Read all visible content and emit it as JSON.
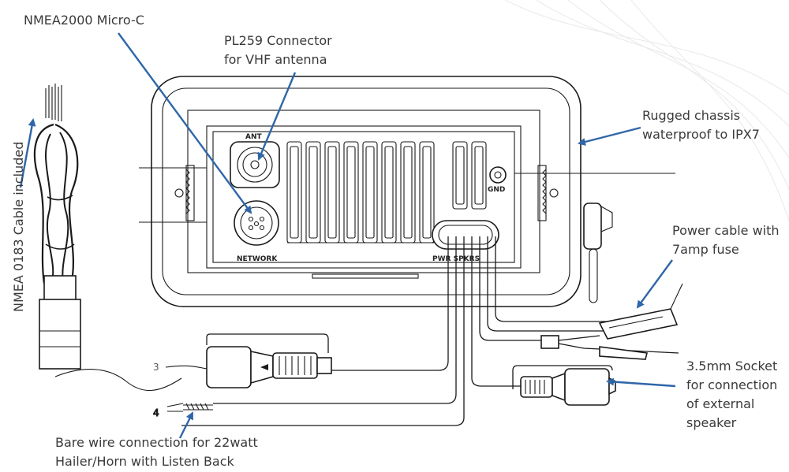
{
  "callouts": {
    "micro_c": "NMEA2000 Micro-C",
    "pl259": [
      "PL259 Connector",
      "for VHF antenna"
    ],
    "chassis": [
      "Rugged chassis",
      "waterproof to IPX7"
    ],
    "power": [
      "Power cable with",
      "7amp fuse"
    ],
    "socket": [
      "3.5mm Socket",
      "for connection",
      "of external",
      "speaker"
    ],
    "bare_wire": [
      "Bare wire connection for 22watt",
      "Hailer/Horn with Listen Back"
    ],
    "nmea0183": [
      "NMEA 0183",
      "Cable included"
    ]
  },
  "panel_labels": {
    "ant": "ANT",
    "gnd": "GND",
    "network": "NETWORK",
    "pwr_spkrs": "PWR   SPKRS"
  },
  "cable_numbers": [
    "3",
    "4"
  ],
  "colors": {
    "arrow": "#2f66a8",
    "line": "#1a1a1a",
    "text": "#3a3a3a"
  }
}
